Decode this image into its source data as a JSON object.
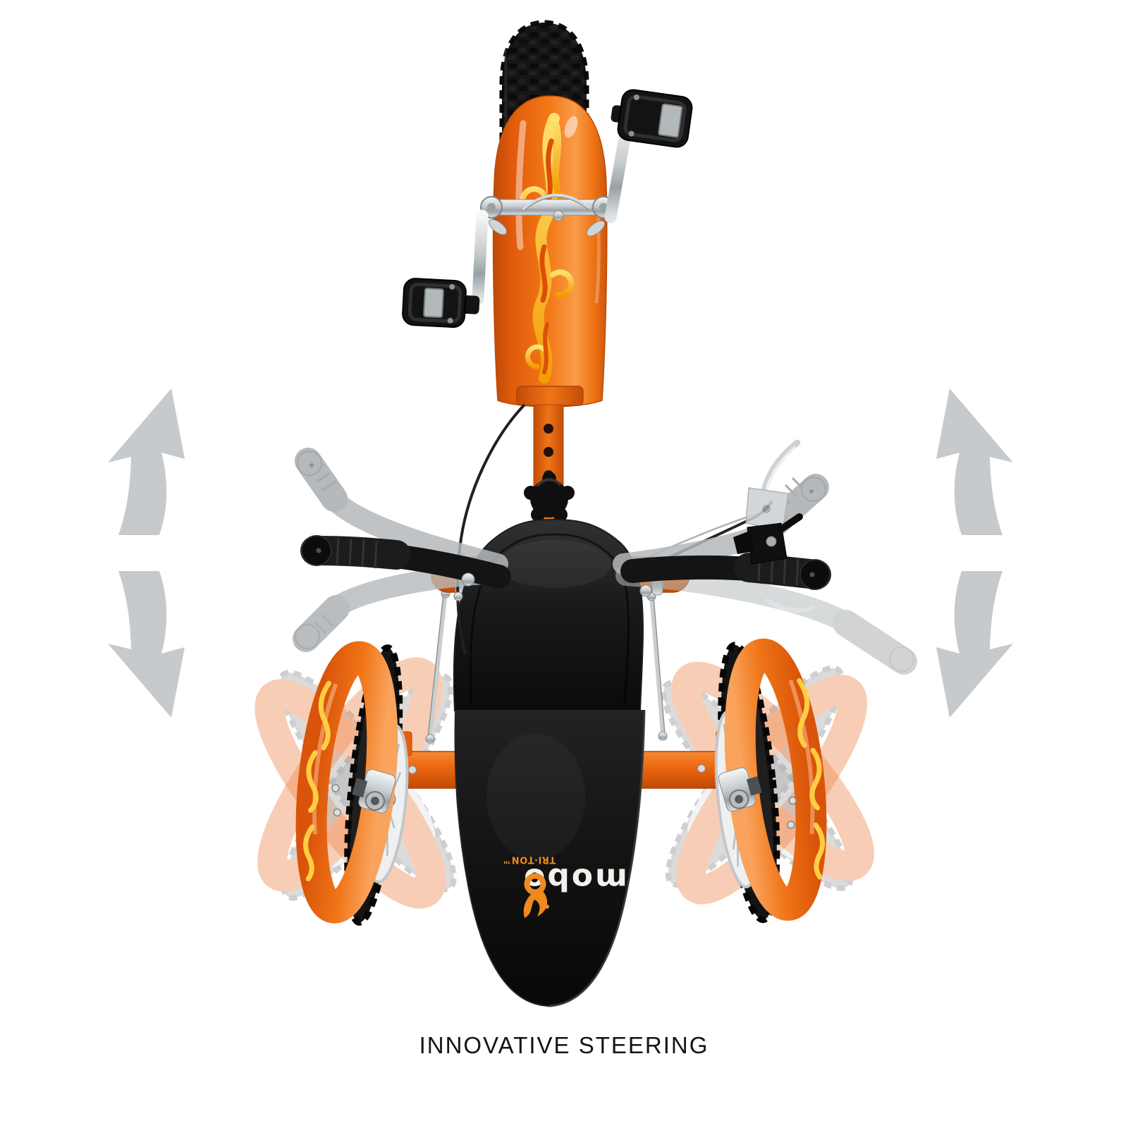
{
  "scene": {
    "background": "#ffffff"
  },
  "caption": {
    "text": "INNOVATIVE STEERING",
    "color": "#141414"
  },
  "seat_logo": {
    "brand": "mobo",
    "model": "TRI·TON™",
    "brand_color": "#f2f1ec",
    "accent_color": "#f0891e"
  },
  "arrows": {
    "color": "#c6cacd",
    "items": [
      {
        "name": "left-up-arrow",
        "side": "left",
        "direction": "up"
      },
      {
        "name": "left-down-arrow",
        "side": "left",
        "direction": "down"
      },
      {
        "name": "right-up-arrow",
        "side": "right",
        "direction": "up"
      },
      {
        "name": "right-down-arrow",
        "side": "right",
        "direction": "down"
      }
    ]
  },
  "colors": {
    "frame_orange": "#ec6510",
    "frame_orange_dark": "#c24c07",
    "fender_highlight": "#f99b4a",
    "flame_yellow": "#ffce43",
    "flame_deep": "#dc4e08",
    "tire_black": "#161616",
    "chrome": "#d6dadc",
    "ghost_gray": "#b5b9bc",
    "rim_white": "#eef0f1"
  }
}
